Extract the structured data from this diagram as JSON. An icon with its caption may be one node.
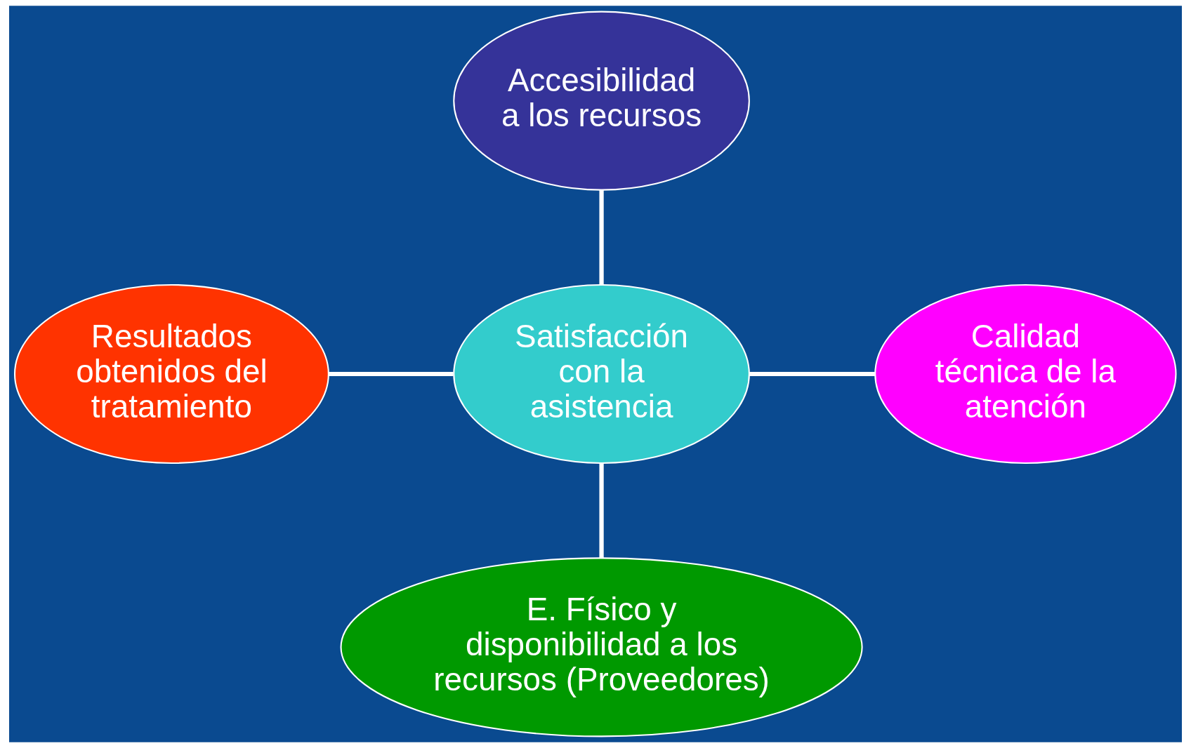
{
  "diagram": {
    "nodes": [
      {
        "text": [
          "Accesibilidad a los recursos"
        ]
      },
      {
        "text": [
          "Resultados obtenidos del tratamiento"
        ]
      },
      {
        "text": [
          "Satisfacción con la asistencia"
        ]
      },
      {
        "text": [
          "Calidad técnica de la atención"
        ]
      },
      {
        "text": [
          "E. Físico y disponibilidad a los recursos (Proveedores)"
        ]
      }
    ],
    "edges": [
      {
        "from": 0,
        "to": 2,
        "arrow": "none"
      },
      {
        "from": 1,
        "to": 2,
        "arrow": "none"
      },
      {
        "from": 2,
        "to": 3,
        "arrow": "none"
      },
      {
        "from": 2,
        "to": 4,
        "arrow": "none"
      }
    ]
  }
}
